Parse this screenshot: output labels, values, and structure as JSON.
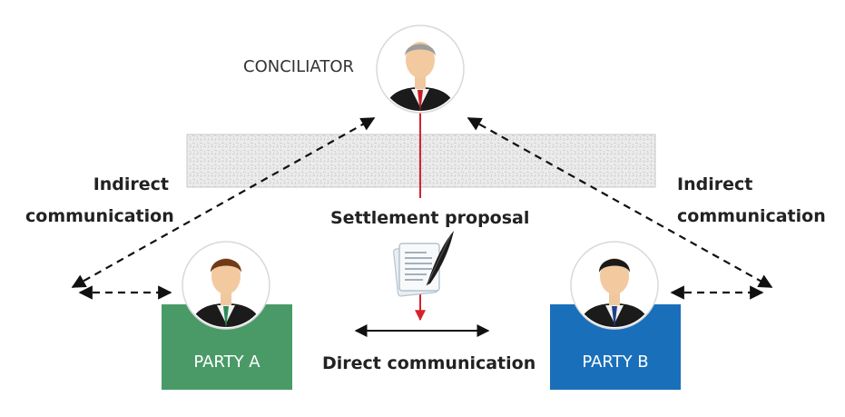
{
  "conciliator": {
    "label": "CONCILIATOR"
  },
  "party_a": {
    "label": "PARTY A",
    "color": "#4a9a68"
  },
  "party_b": {
    "label": "PARTY B",
    "color": "#1a6fba"
  },
  "indirect_left": {
    "line1": "Indirect",
    "line2": "communication"
  },
  "indirect_right": {
    "line1": "Indirect",
    "line2": "communication"
  },
  "settlement": {
    "label": "Settlement proposal",
    "color": "#d6222b"
  },
  "direct": {
    "label": "Direct communication"
  }
}
